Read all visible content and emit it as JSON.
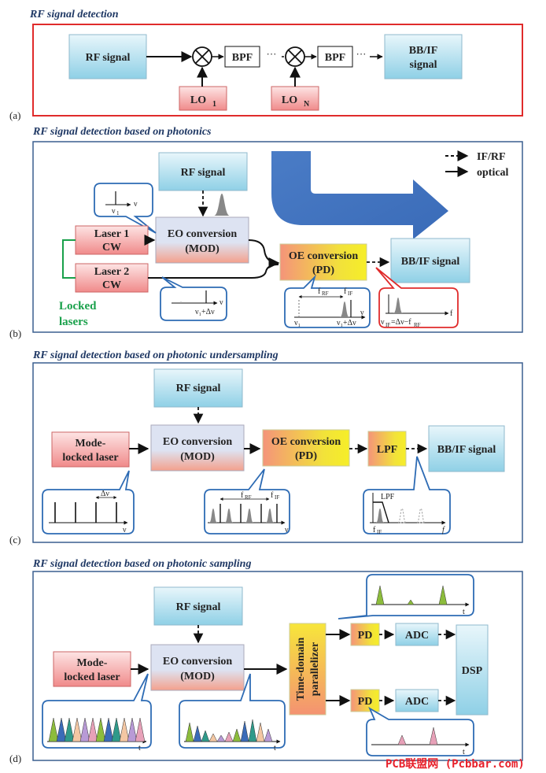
{
  "panel_a": {
    "title": "RF signal detection",
    "tag": "(a)",
    "rf": "RF signal",
    "bpf": "BPF",
    "dots": "···",
    "lo1": "LO",
    "lo1_sub": "1",
    "lon": "LO",
    "lon_sub": "N",
    "out1": "BB/IF",
    "out2": "signal"
  },
  "panel_b": {
    "title": "RF signal detection based on photonics",
    "tag": "(b)",
    "rf": "RF signal",
    "legend_if": "IF/RF",
    "legend_opt": "optical",
    "eo1": "EO conversion",
    "eo2": "(MOD)",
    "laser1_1": "Laser 1",
    "laser1_2": "CW",
    "laser2_1": "Laser 2",
    "laser2_2": "CW",
    "locked1": "Locked",
    "locked2": "lasers",
    "oe1": "OE conversion",
    "oe2": "(PD)",
    "out": "BB/IF signal",
    "nu": "ν",
    "nu1": "ν",
    "nu1_sub": "1",
    "nu2": "ν₁+Δν",
    "frf": "f",
    "frf_sub": "RF",
    "fif": "f",
    "fif_sub": "IF",
    "sp_nu1": "ν₁",
    "sp_nu2": "ν₁+Δν",
    "f": "f",
    "vif": "ν",
    "vif_rest": "=Δν−f",
    "vif_sub": "IF",
    "vif_sub2": "RF"
  },
  "panel_c": {
    "title": "RF signal detection based on photonic undersampling",
    "tag": "(c)",
    "rf": "RF signal",
    "mll1": "Mode-",
    "mll2": "locked laser",
    "eo1": "EO conversion",
    "eo2": "(MOD)",
    "oe1": "OE conversion",
    "oe2": "(PD)",
    "lpf": "LPF",
    "out": "BB/IF signal",
    "dnu": "Δν",
    "nu": "ν",
    "frf": "f",
    "frf_sub": "RF",
    "fif": "f",
    "fif_sub": "IF",
    "lpf_small": "LPF",
    "f": "f",
    "fif2": "f",
    "fif2_sub": "IF"
  },
  "panel_d": {
    "title": "RF signal detection based on photonic sampling",
    "tag": "(d)",
    "rf": "RF signal",
    "mll1": "Mode-",
    "mll2": "locked laser",
    "eo1": "EO conversion",
    "eo2": "(MOD)",
    "tdp1": "Time-domain",
    "tdp2": "parallelizer",
    "pd": "PD",
    "adc": "ADC",
    "dsp": "DSP",
    "t": "t"
  },
  "watermark": "PCB联盟网 (Pcbbar.com)"
}
